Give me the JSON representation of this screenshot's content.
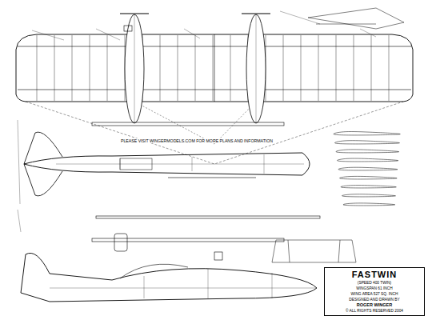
{
  "diagram": {
    "title": "FASTWIN",
    "nodes": [
      {
        "text": [
          "(SPEED 400 TWIN)",
          "WINGSPAN 61 INCH",
          "WING AREA 527 SQ. INCH",
          "DESIGNED AND DRAWN BY",
          "ROGER WINGER",
          "© ALL RIGHTS RESERVED 2004"
        ]
      }
    ],
    "labels": [
      "PLEASE VISIT WINGERMODELS.COM FOR MORE PLANS AND INFORMATION"
    ]
  }
}
